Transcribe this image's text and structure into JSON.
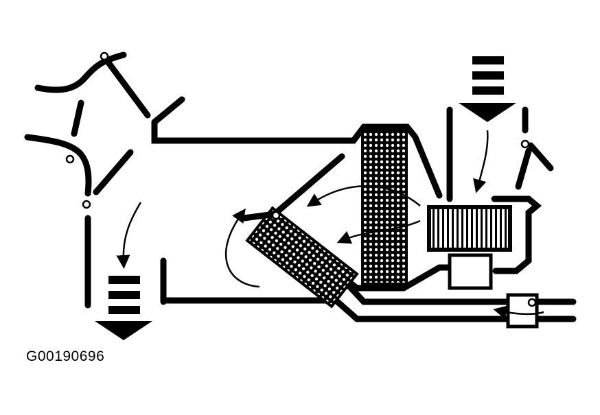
{
  "figure": {
    "id_label": "G00190696"
  },
  "colors": {
    "ink": "#000000",
    "paper": "#ffffff"
  },
  "airflow": {
    "intake_direction": "down",
    "outlet_direction": "down",
    "flaps": [
      "upper-outlet-door",
      "lower-outlet-door",
      "recirculation-door",
      "blend-door"
    ]
  }
}
